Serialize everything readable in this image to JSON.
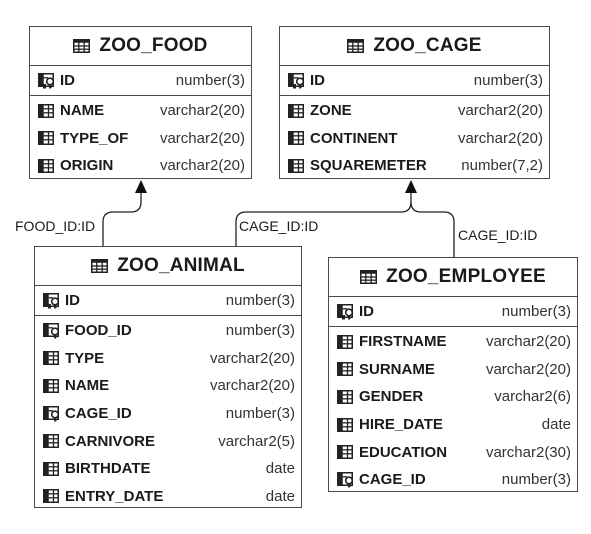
{
  "tables": {
    "zoo_food": {
      "title": "ZOO_FOOD",
      "pk": {
        "name": "ID",
        "type": "number(3)",
        "icon": "primary-key-icon"
      },
      "columns": [
        {
          "name": "NAME",
          "type": "varchar2(20)",
          "icon": "column-icon"
        },
        {
          "name": "TYPE_OF",
          "type": "varchar2(20)",
          "icon": "column-icon"
        },
        {
          "name": "ORIGIN",
          "type": "varchar2(20)",
          "icon": "column-icon"
        }
      ]
    },
    "zoo_cage": {
      "title": "ZOO_CAGE",
      "pk": {
        "name": "ID",
        "type": "number(3)",
        "icon": "primary-key-icon"
      },
      "columns": [
        {
          "name": "ZONE",
          "type": "varchar2(20)",
          "icon": "column-icon"
        },
        {
          "name": "CONTINENT",
          "type": "varchar2(20)",
          "icon": "column-icon"
        },
        {
          "name": "SQUAREMETER",
          "type": "number(7,2)",
          "icon": "column-icon"
        }
      ]
    },
    "zoo_animal": {
      "title": "ZOO_ANIMAL",
      "pk": {
        "name": "ID",
        "type": "number(3)",
        "icon": "primary-key-icon"
      },
      "columns": [
        {
          "name": "FOOD_ID",
          "type": "number(3)",
          "icon": "foreign-key-icon"
        },
        {
          "name": "TYPE",
          "type": "varchar2(20)",
          "icon": "column-icon"
        },
        {
          "name": "NAME",
          "type": "varchar2(20)",
          "icon": "column-icon"
        },
        {
          "name": "CAGE_ID",
          "type": "number(3)",
          "icon": "foreign-key-icon"
        },
        {
          "name": "CARNIVORE",
          "type": "varchar2(5)",
          "icon": "column-icon"
        },
        {
          "name": "BIRTHDATE",
          "type": "date",
          "icon": "column-icon"
        },
        {
          "name": "ENTRY_DATE",
          "type": "date",
          "icon": "column-icon"
        }
      ]
    },
    "zoo_employee": {
      "title": "ZOO_EMPLOYEE",
      "pk": {
        "name": "ID",
        "type": "number(3)",
        "icon": "primary-key-icon"
      },
      "columns": [
        {
          "name": "FIRSTNAME",
          "type": "varchar2(20)",
          "icon": "column-icon"
        },
        {
          "name": "SURNAME",
          "type": "varchar2(20)",
          "icon": "column-icon"
        },
        {
          "name": "GENDER",
          "type": "varchar2(6)",
          "icon": "column-icon"
        },
        {
          "name": "HIRE_DATE",
          "type": "date",
          "icon": "column-icon"
        },
        {
          "name": "EDUCATION",
          "type": "varchar2(30)",
          "icon": "column-icon"
        },
        {
          "name": "CAGE_ID",
          "type": "number(3)",
          "icon": "foreign-key-icon"
        }
      ]
    }
  },
  "relations": [
    {
      "label": "FOOD_ID:ID",
      "from": "ZOO_ANIMAL",
      "to": "ZOO_FOOD"
    },
    {
      "label": "CAGE_ID:ID",
      "from": "ZOO_ANIMAL",
      "to": "ZOO_CAGE"
    },
    {
      "label": "CAGE_ID:ID",
      "from": "ZOO_EMPLOYEE",
      "to": "ZOO_CAGE"
    }
  ]
}
